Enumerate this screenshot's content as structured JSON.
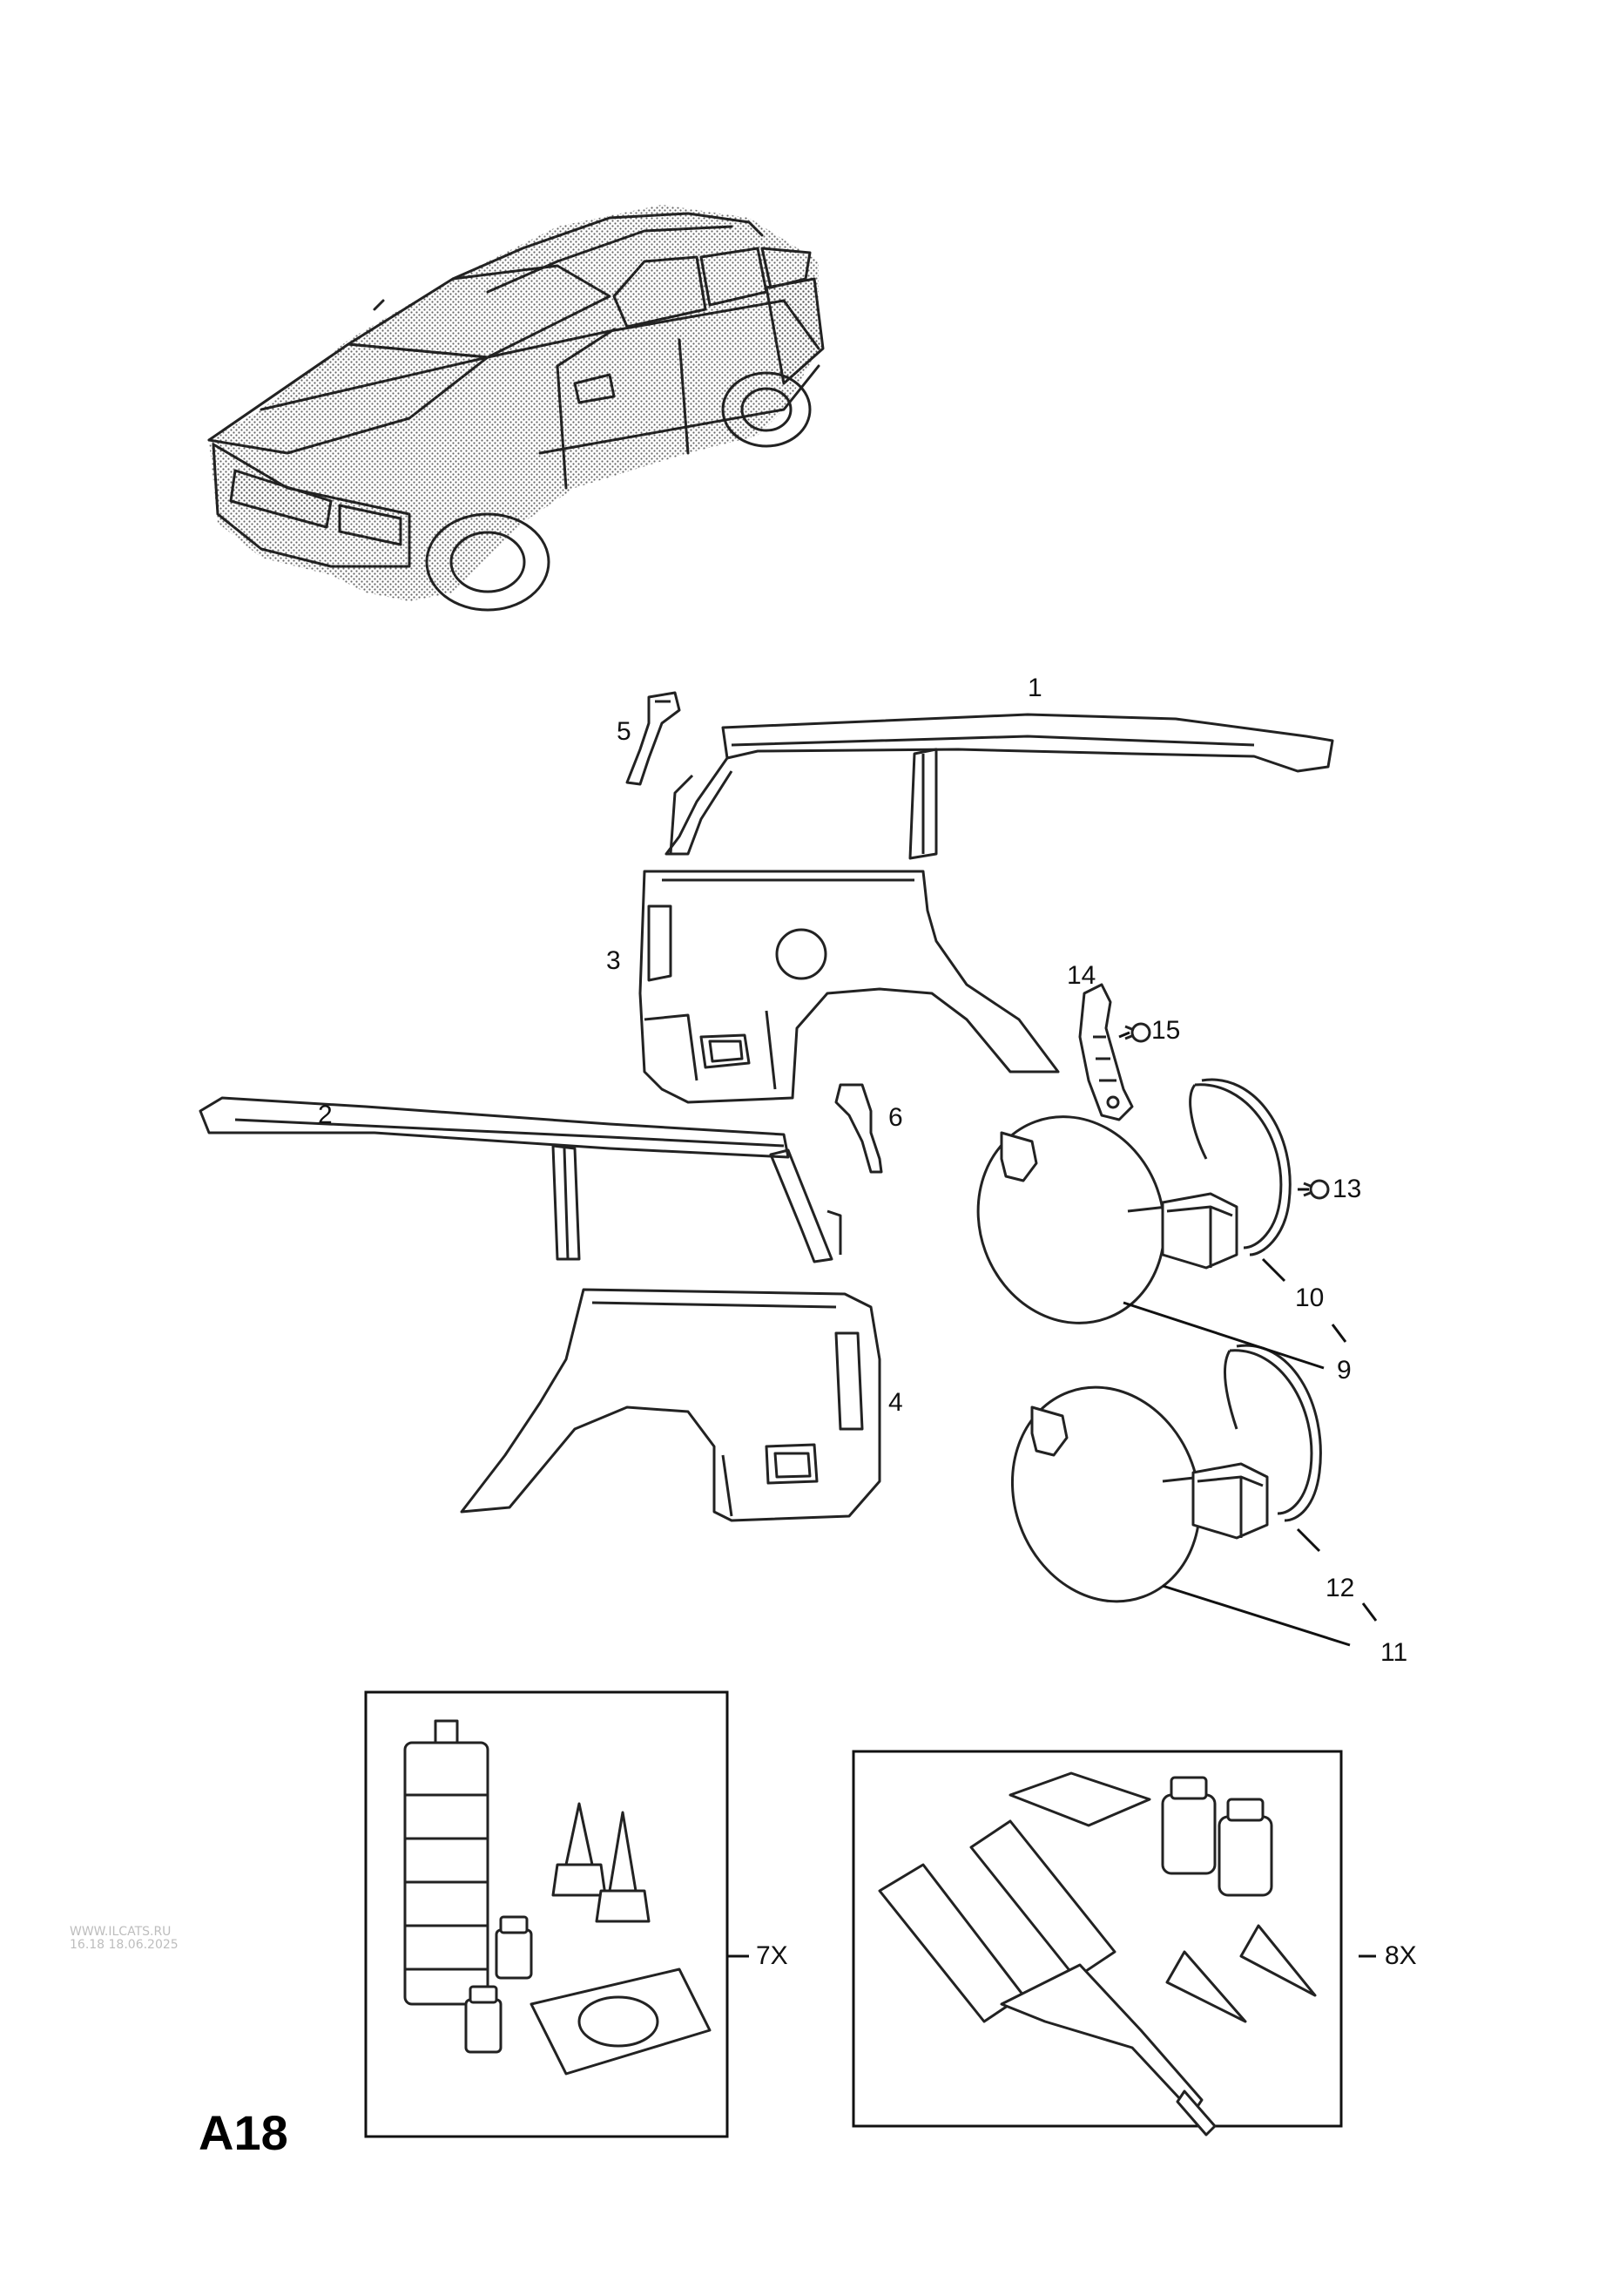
{
  "diagram": {
    "page_code": "A18",
    "watermark": {
      "line1": "WWW.ILCATS.RU",
      "line2": "16.18 18.06.2025"
    },
    "callouts": {
      "c1": "1",
      "c2": "2",
      "c3": "3",
      "c4": "4",
      "c5": "5",
      "c6": "6",
      "c7x": "7X",
      "c8x": "8X",
      "c9": "9",
      "c10": "10",
      "c11": "11",
      "c12": "12",
      "c13": "13",
      "c14": "14",
      "c15": "15"
    }
  }
}
